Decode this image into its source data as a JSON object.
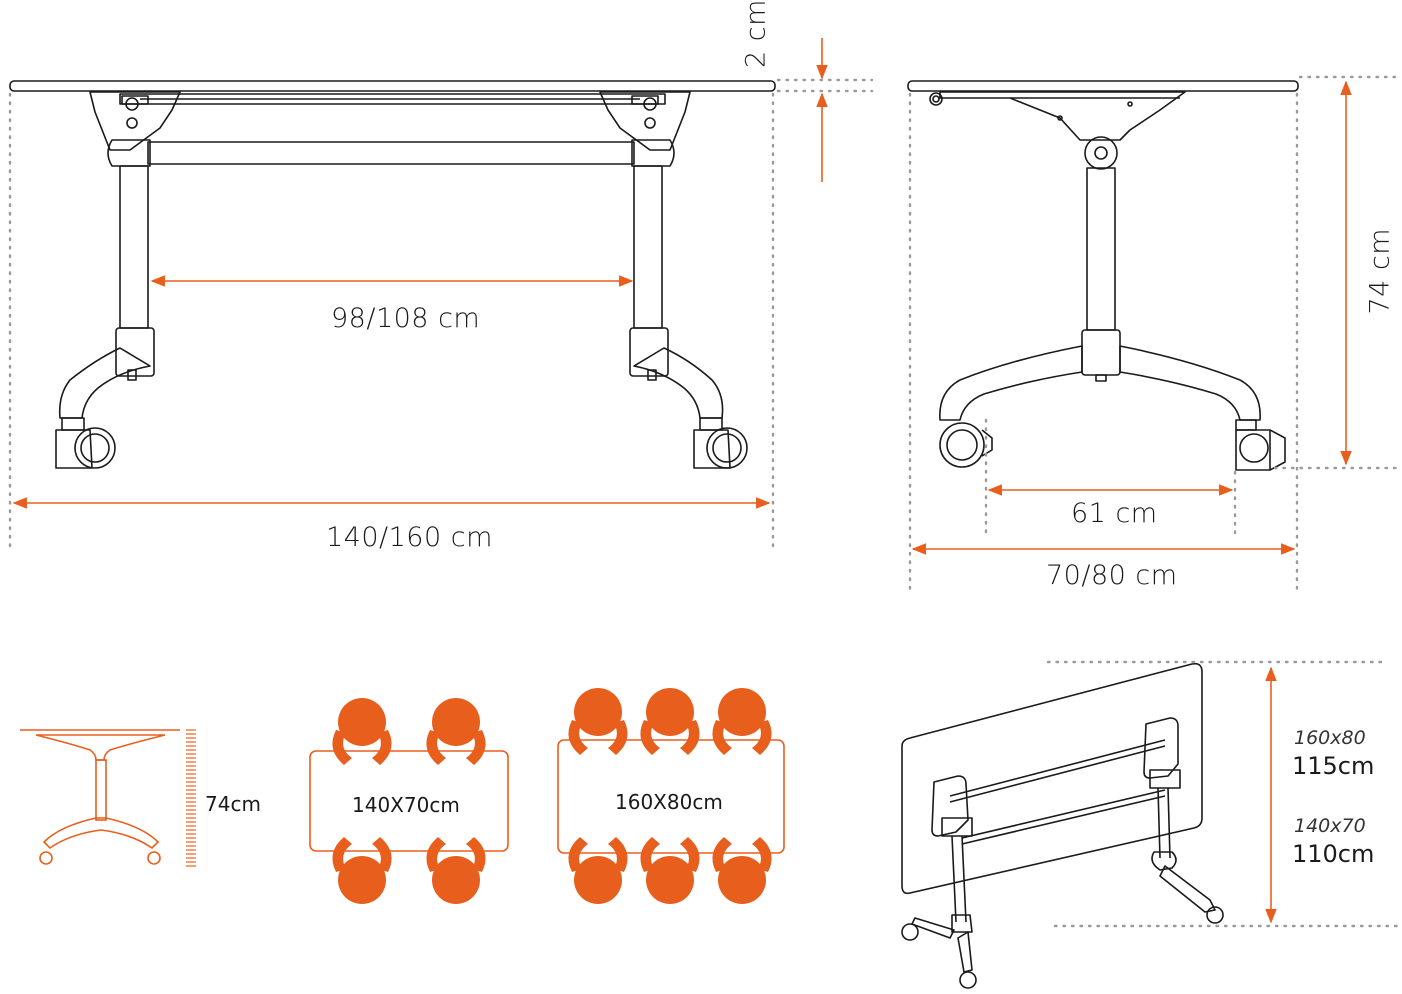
{
  "colors": {
    "accent": "#e85f1d",
    "line": "#1a1a1a",
    "guide": "#9a9a9a"
  },
  "front_view": {
    "width_label": "140/160 cm",
    "leg_gap_label": "98/108 cm",
    "top_thickness_label": "2 cm"
  },
  "side_view": {
    "height_label": "74 cm",
    "depth_label": "70/80 cm",
    "caster_span_label": "61 cm"
  },
  "mini_icon": {
    "height_label": "74cm"
  },
  "seating": [
    {
      "label": "140X70cm",
      "seats": 4
    },
    {
      "label": "160X80cm",
      "seats": 6
    }
  ],
  "folded_view": {
    "size_a": "160x80",
    "height_a": "115cm",
    "size_b": "140x70",
    "height_b": "110cm"
  }
}
